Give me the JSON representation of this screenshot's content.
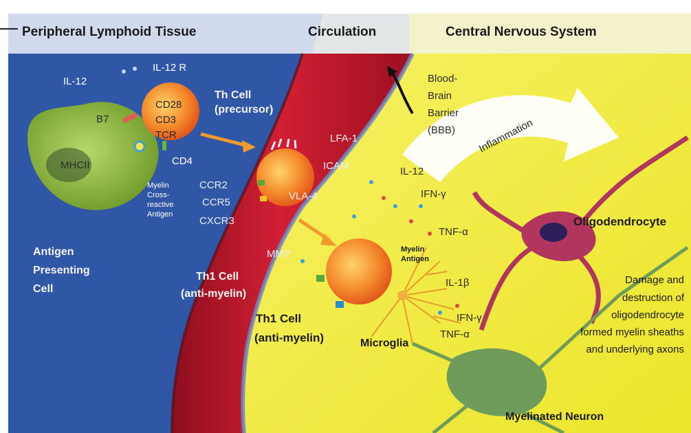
{
  "headers": {
    "left": "Peripheral Lymphoid Tissue",
    "middle": "Circulation",
    "right": "Central Nervous System"
  },
  "labels": {
    "il12_top": "IL-12",
    "il12r": "IL-12 R",
    "b7": "B7",
    "cd28": "CD28",
    "cd3": "CD3",
    "tcr": "TCR",
    "cd4": "CD4",
    "mhcii": "MHCII",
    "myelin_cross_1": "Myelin",
    "myelin_cross_2": "Cross-",
    "myelin_cross_3": "reactive",
    "myelin_cross_4": "Antigen",
    "th_cell_1": "Th Cell",
    "th_cell_2": "(precursor)",
    "apc_1": "Antigen",
    "apc_2": "Presenting",
    "apc_3": "Cell",
    "lfa": "LFA-1",
    "icam": "ICAM",
    "vla": "VLA-4",
    "ccr2": "CCR2",
    "ccr5": "CCR5",
    "cxcr3": "CXCR3",
    "mmp": "MMP",
    "th1_circ_1": "Th1 Cell",
    "th1_circ_2": "(anti-myelin)",
    "th1_cns_1": "Th1 Cell",
    "th1_cns_2": "(anti-myelin)",
    "bbb_1": "Blood-",
    "bbb_2": "Brain",
    "bbb_3": "Barrier",
    "bbb_4": "(BBB)",
    "inflammation": "Inflammation",
    "il12_cns": "IL-12",
    "ifn_1": "IFN-γ",
    "tnf_1": "TNF-α",
    "myelin_ag_1": "Myelin",
    "myelin_ag_2": "Antigen",
    "il1b": "IL-1β",
    "ifn_2": "IFN-γ",
    "tnf_2": "TNF-α",
    "microglia": "Microglia",
    "oligodendrocyte": "Oligodendrocyte",
    "damage_1": "Damage and",
    "damage_2": "destruction of",
    "damage_3": "oligodendrocyte",
    "damage_4": "formed myelin sheaths",
    "damage_5": "and underlying axons",
    "neuron": "Myelinated Neuron"
  },
  "colors": {
    "lymphoid_bg": "#2f57a6",
    "cns_bg": "#f3ee3a",
    "vessel": "#c8162a",
    "vessel_dark": "#8d0e1d",
    "apc": "#8fbf3c",
    "th_cell": "#f07a1e",
    "oligodendrocyte": "#b0365e",
    "neuron": "#6f9c5a",
    "arrow_inflammation": "#ffffff"
  }
}
